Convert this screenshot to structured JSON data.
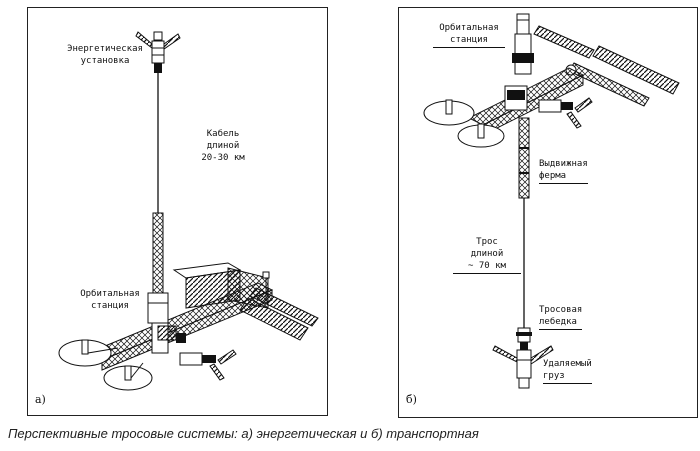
{
  "panel_a": {
    "letter": "а)",
    "label_power_unit": [
      "Энергетическая",
      "установка"
    ],
    "label_cable": [
      "Кабель",
      "длиной",
      "20-30 км"
    ],
    "label_station": [
      "Орбитальная",
      "станция"
    ]
  },
  "panel_b": {
    "letter": "б)",
    "label_station": [
      "Орбитальная",
      "станция"
    ],
    "label_truss": [
      "Выдвижная",
      "ферма"
    ],
    "label_tether": [
      "Трос",
      "длиной",
      "~ 70 км"
    ],
    "label_winch": [
      "Тросовая",
      "лебедка"
    ],
    "label_payload": [
      "Удаляемый",
      "груз"
    ]
  },
  "caption": "Перспективные тросовые системы: а) энергетическая и б) транспортная",
  "colors": {
    "ink": "#111111",
    "background": "#ffffff"
  }
}
